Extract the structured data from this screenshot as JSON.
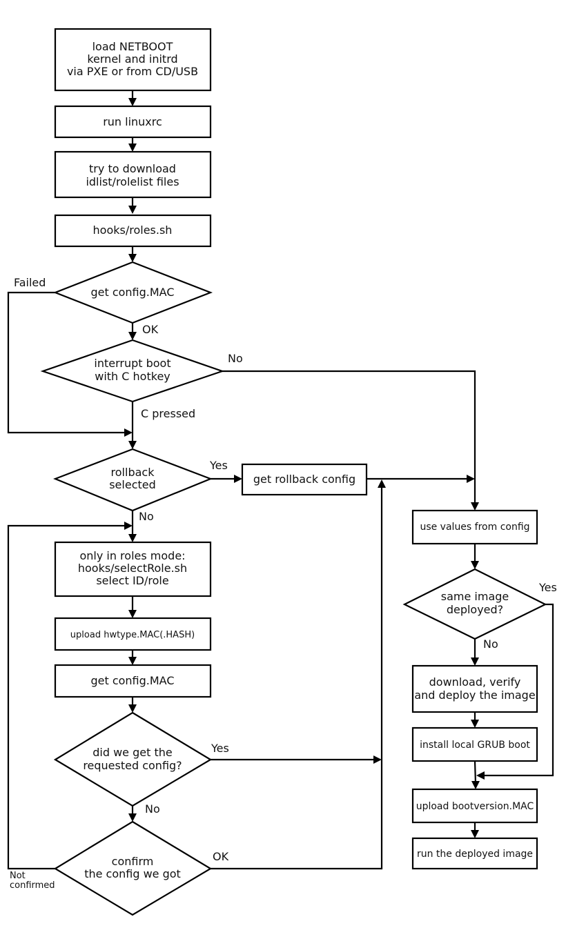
{
  "nodes": {
    "load_netboot": [
      "load NETBOOT",
      "kernel and initrd",
      "via PXE or from CD/USB"
    ],
    "run_linuxrc": [
      "run linuxrc"
    ],
    "download_idlist": [
      "try to download",
      "idlist/rolelist files"
    ],
    "hooks_roles": [
      "hooks/roles.sh"
    ],
    "get_config_mac_1": [
      "get config.MAC"
    ],
    "interrupt_boot": [
      "interrupt boot",
      "with C hotkey"
    ],
    "rollback_selected": [
      "rollback",
      "selected"
    ],
    "get_rollback_config": [
      "get rollback config"
    ],
    "roles_mode": [
      "only in roles mode:",
      "hooks/selectRole.sh",
      "select ID/role"
    ],
    "upload_hwtype": [
      "upload hwtype.MAC(.HASH)"
    ],
    "get_config_mac_2": [
      "get config.MAC"
    ],
    "did_we_get": [
      "did we get the",
      "requested config?"
    ],
    "confirm_config": [
      "confirm",
      "the config we got"
    ],
    "use_values": [
      "use values from config"
    ],
    "same_image": [
      "same image",
      "deployed?"
    ],
    "download_verify": [
      "download, verify",
      "and deploy the image"
    ],
    "install_grub": [
      "install local GRUB boot"
    ],
    "upload_bootversion": [
      "upload bootversion.MAC"
    ],
    "run_deployed": [
      "run the deployed image"
    ]
  },
  "edge_labels": {
    "failed": "Failed",
    "ok_1": "OK",
    "no_1": "No",
    "c_pressed": "C pressed",
    "yes_1": "Yes",
    "no_2": "No",
    "yes_2": "Yes",
    "no_3": "No",
    "ok_2": "OK",
    "not_confirmed": [
      "Not",
      "confirmed"
    ],
    "yes_3": "Yes",
    "no_4": "No"
  }
}
